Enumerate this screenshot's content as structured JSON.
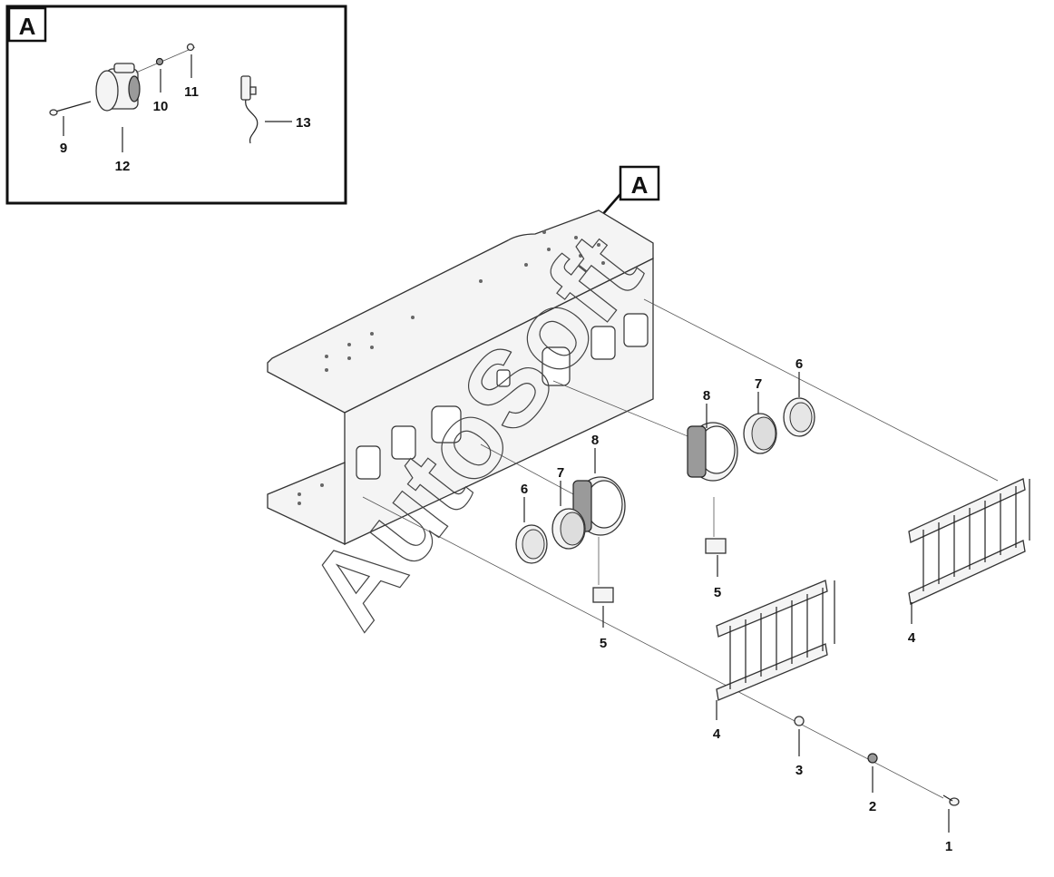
{
  "detail_view": {
    "letter": "A",
    "callouts": [
      "9",
      "10",
      "11",
      "12",
      "13"
    ]
  },
  "main_view": {
    "marker_letter": "A",
    "callouts": [
      "8",
      "7",
      "6",
      "8",
      "7",
      "6",
      "5",
      "5",
      "4",
      "4",
      "3",
      "2",
      "1"
    ]
  },
  "watermark": "AutoSoft"
}
